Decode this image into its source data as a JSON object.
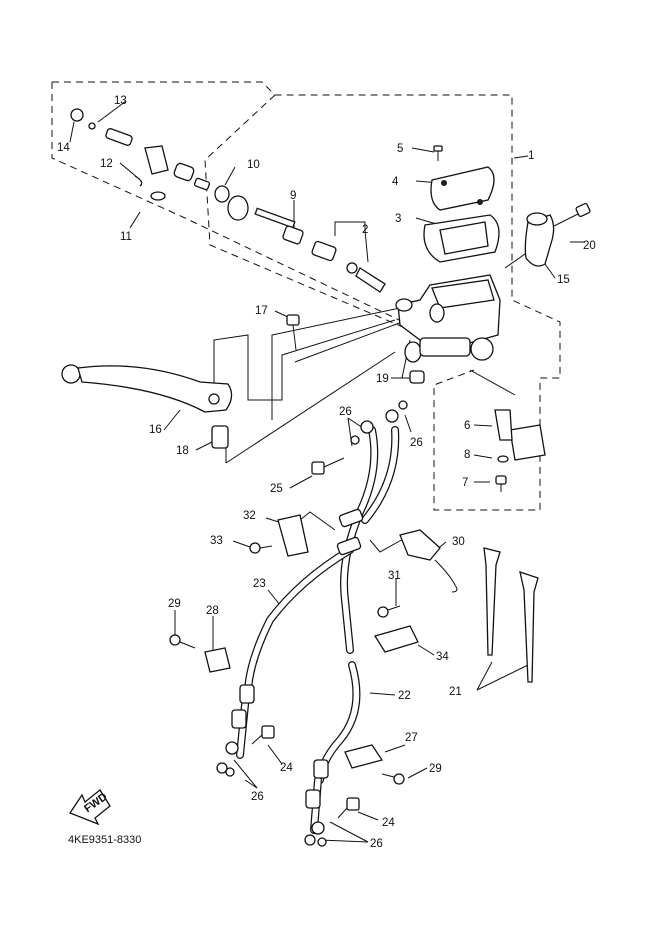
{
  "diagram": {
    "drawing_code": "4KE9351-8330",
    "fwd_label": "FWD",
    "callouts": [
      "1",
      "2",
      "3",
      "4",
      "5",
      "6",
      "7",
      "8",
      "9",
      "10",
      "11",
      "12",
      "13",
      "14",
      "15",
      "16",
      "17",
      "18",
      "19",
      "20",
      "21",
      "22",
      "23",
      "24",
      "24",
      "25",
      "26",
      "26",
      "26",
      "26",
      "27",
      "28",
      "29",
      "29",
      "30",
      "31",
      "32",
      "33",
      "34"
    ]
  }
}
